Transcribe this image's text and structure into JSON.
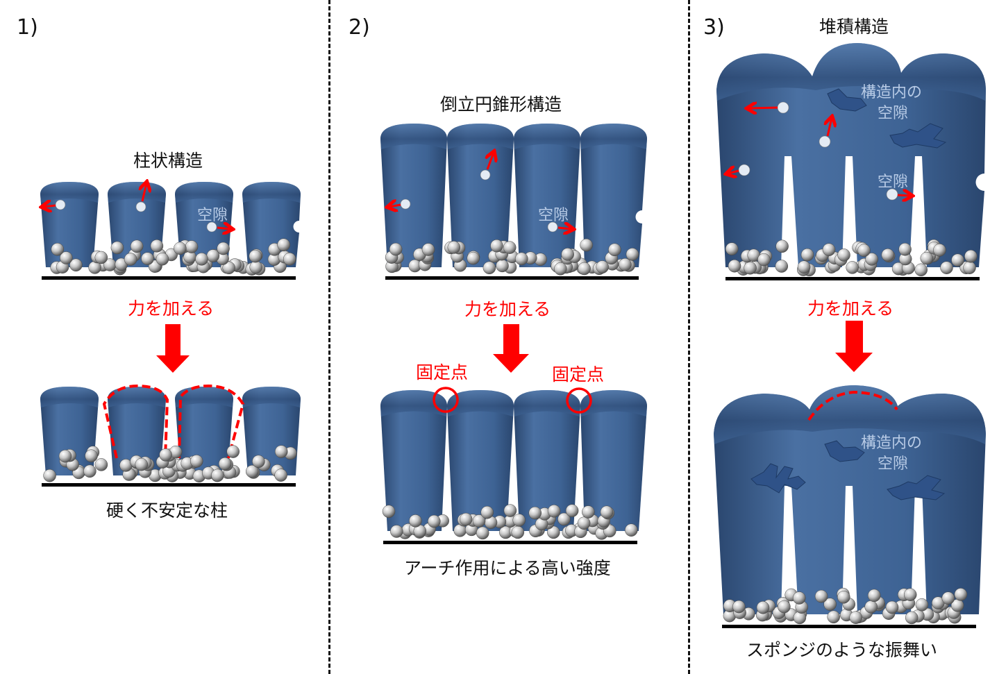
{
  "colors": {
    "pillar": "#3e6394",
    "pillar_dark": "#2a466e",
    "pillar_light": "#5a80b0",
    "particle": "#d0d0d0",
    "void_dot": "#e4ebf4",
    "arrow": "#ff0000",
    "void_label": "#b8cbe6"
  },
  "panels": [
    {
      "number": "1)",
      "structure_title": "柱状構造",
      "void_label": "空隙",
      "force_label": "力を加える",
      "result_caption": "硬く不安定な柱"
    },
    {
      "number": "2)",
      "structure_title": "倒立円錐形構造",
      "void_label": "空隙",
      "force_label": "力を加える",
      "fixed_point_label_left": "固定点",
      "fixed_point_label_right": "固定点",
      "result_caption": "アーチ作用による高い強度"
    },
    {
      "number": "3)",
      "structure_title": "堆積構造",
      "internal_void_label_line1": "構造内の",
      "internal_void_label_line2": "空隙",
      "void_label": "空隙",
      "force_label": "力を加える",
      "internal_void_label_line1_after": "構造内の",
      "internal_void_label_line2_after": "空隙",
      "result_caption": "スポンジのような振舞い"
    }
  ]
}
